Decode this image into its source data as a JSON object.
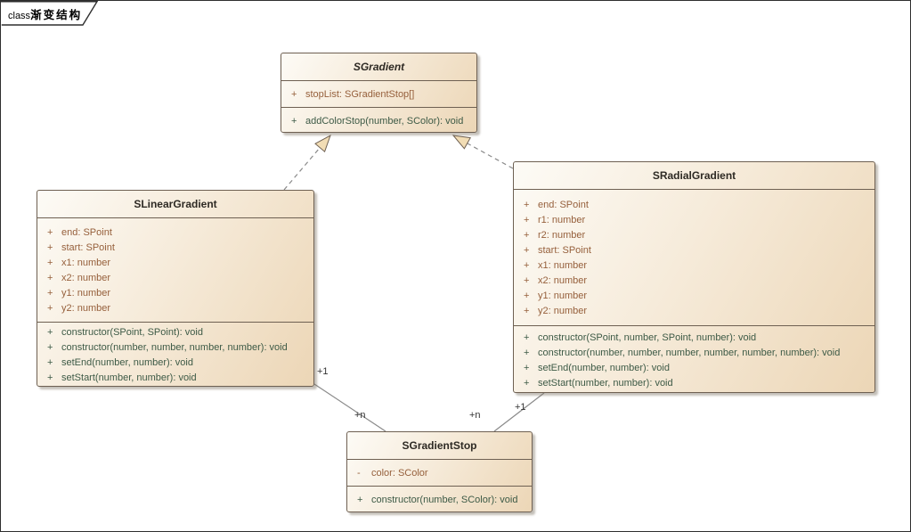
{
  "frame": {
    "tab_keyword": "class",
    "tab_title": "渐变结构"
  },
  "classes": {
    "sgradient": {
      "name": "SGradient",
      "abstract": true,
      "attrs": [
        {
          "vis": "+",
          "text": "stopList: SGradientStop[]"
        }
      ],
      "ops": [
        {
          "vis": "+",
          "text": "addColorStop(number, SColor): void"
        }
      ]
    },
    "slinear": {
      "name": "SLinearGradient",
      "abstract": false,
      "attrs": [
        {
          "vis": "+",
          "text": "end: SPoint"
        },
        {
          "vis": "+",
          "text": "start: SPoint"
        },
        {
          "vis": "+",
          "text": "x1: number"
        },
        {
          "vis": "+",
          "text": "x2: number"
        },
        {
          "vis": "+",
          "text": "y1: number"
        },
        {
          "vis": "+",
          "text": "y2: number"
        }
      ],
      "ops": [
        {
          "vis": "+",
          "text": "constructor(SPoint, SPoint): void"
        },
        {
          "vis": "+",
          "text": "constructor(number, number, number, number): void"
        },
        {
          "vis": "+",
          "text": "setEnd(number, number): void"
        },
        {
          "vis": "+",
          "text": "setStart(number, number): void"
        }
      ]
    },
    "sradial": {
      "name": "SRadialGradient",
      "abstract": false,
      "attrs": [
        {
          "vis": "+",
          "text": "end: SPoint"
        },
        {
          "vis": "+",
          "text": "r1: number"
        },
        {
          "vis": "+",
          "text": "r2: number"
        },
        {
          "vis": "+",
          "text": "start: SPoint"
        },
        {
          "vis": "+",
          "text": "x1: number"
        },
        {
          "vis": "+",
          "text": "x2: number"
        },
        {
          "vis": "+",
          "text": "y1: number"
        },
        {
          "vis": "+",
          "text": "y2: number"
        }
      ],
      "ops": [
        {
          "vis": "+",
          "text": "constructor(SPoint, number, SPoint, number): void"
        },
        {
          "vis": "+",
          "text": "constructor(number, number, number, number, number, number): void"
        },
        {
          "vis": "+",
          "text": "setEnd(number, number): void"
        },
        {
          "vis": "+",
          "text": "setStart(number, number): void"
        }
      ]
    },
    "sstop": {
      "name": "SGradientStop",
      "abstract": false,
      "attrs": [
        {
          "vis": "-",
          "text": "color: SColor"
        }
      ],
      "ops": [
        {
          "vis": "+",
          "text": "constructor(number, SColor): void"
        }
      ]
    }
  },
  "connectors": {
    "linear_realization": {
      "type": "realization",
      "source": "SLinearGradient",
      "target": "SGradient"
    },
    "radial_realization": {
      "type": "realization",
      "source": "SRadialGradient",
      "target": "SGradient"
    },
    "linear_association": {
      "type": "association",
      "source": "SLinearGradient",
      "target": "SGradientStop",
      "source_label": "+1",
      "target_label": "+n"
    },
    "radial_association": {
      "type": "association",
      "source": "SRadialGradient",
      "target": "SGradientStop",
      "source_label": "+1",
      "target_label": "+n"
    }
  },
  "colors": {
    "box_fill_light": "#FDFBF6",
    "box_fill_dark": "#ECD6B6",
    "box_border": "#6E6052",
    "attribute_text": "#96603C",
    "operation_text": "#3D5A46",
    "title_text": "#2E2A24",
    "connector_line": "#8A8A8A",
    "background": "#FFFFFF"
  }
}
